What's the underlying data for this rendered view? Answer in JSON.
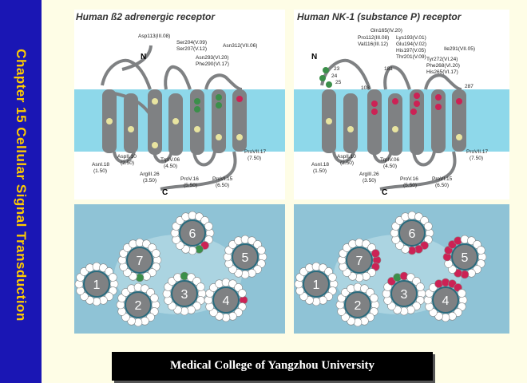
{
  "slide": {
    "sidebar_title": "Chapter 15 Cellular Signal Transduction",
    "footer_text": "Medical College of Yangzhou University"
  },
  "left_panel": {
    "title": "Human ß2 adrenergic receptor",
    "labels": {
      "asp113": "Asp113(III.08)",
      "ser204": "Ser204(V.09)",
      "ser207": "Ser207(V.12)",
      "asn312": "Asn312(VII.06)",
      "asn293": "Asn293(VI.20)",
      "phe290": "Phe290(VI.17)",
      "n_term": "N",
      "c_term": "C",
      "aspII": "AspII.10",
      "aspII_num": "(2.50)",
      "asnI": "AsnI.18",
      "asnI_num": "(1.50)",
      "argIII": "ArgIII.26",
      "argIII_num": "(3.50)",
      "trpIV": "TrpIV.06",
      "trpIV_num": "(4.50)",
      "proV": "ProV.16",
      "proV_num": "(5.50)",
      "proVI": "ProVI.15",
      "proVI_num": "(6.50)",
      "proVII": "ProVII.17",
      "proVII_num": "(7.50)"
    }
  },
  "right_panel": {
    "title": "Human NK-1 (substance P) receptor",
    "labels": {
      "gln165": "Gln165(IV.20)",
      "pro112": "Pro112(III.08)",
      "val116": "Val116(III.12)",
      "lys193": "Lys193(V.01)",
      "glu194": "Glu194(V.02)",
      "his197": "His197(V.05)",
      "thr201": "Thr201(V.09)",
      "ile291": "Ile291(VII.05)",
      "tyr272": "Tyr272(VI.24)",
      "phe268": "Phe268(VI.20)",
      "his265": "His265(VI.17)",
      "n23": "23",
      "n24": "24",
      "n25": "25",
      "n108": "108",
      "n181": "181",
      "n287": "287",
      "n_term": "N",
      "c_term": "C",
      "aspII": "AspII.10",
      "aspII_num": "(2.50)",
      "asnI": "AsnI.18",
      "asnI_num": "(1.50)",
      "argIII": "ArgIII.26",
      "argIII_num": "(3.50)",
      "trpIV": "TrpIV.06",
      "trpIV_num": "(4.50)",
      "proV": "ProV.16",
      "proV_num": "(5.50)",
      "proVI": "ProVI.15",
      "proVI_num": "(6.50)",
      "proVII": "ProVII.17",
      "proVII_num": "(7.50)"
    }
  },
  "helix_numbers": [
    "1",
    "2",
    "3",
    "4",
    "5",
    "6",
    "7"
  ],
  "colors": {
    "sidebar": "#1a16b4",
    "sidebar_text": "#ffcc00",
    "background": "#fefde6",
    "membrane": "#8ed8ea",
    "helix": "#7f8183",
    "highlight_red": "#cc2255",
    "highlight_green": "#3b8f4a"
  }
}
